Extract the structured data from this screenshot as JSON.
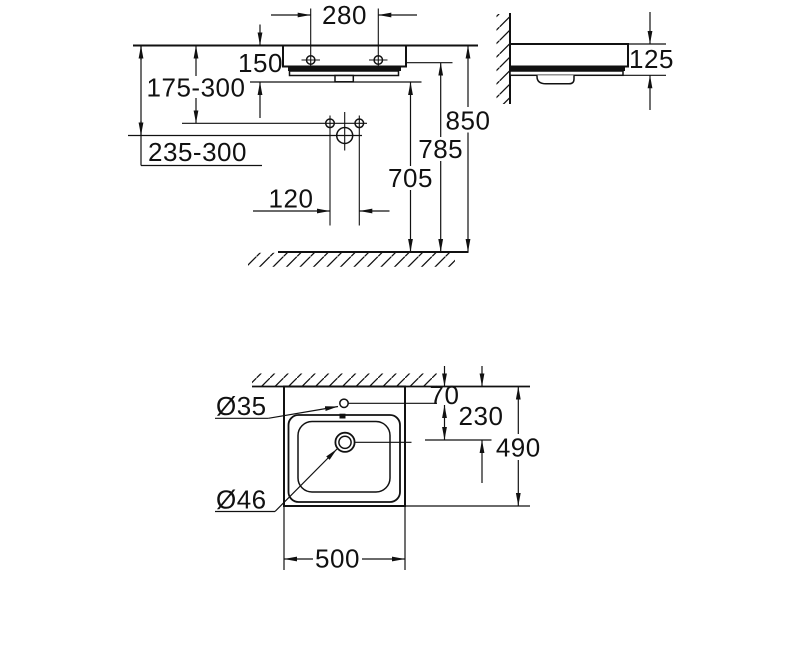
{
  "title": "washbasin-installation-dimension-drawing",
  "colors": {
    "ink": "#111111",
    "paper": "#ffffff"
  },
  "front_view": {
    "fixing_spacing": "280",
    "rim_to_shelf": "150",
    "range_upper": "175-300",
    "range_lower": "235-300",
    "supply_spacing": "120",
    "height_shelf": "705",
    "height_underside": "785",
    "height_rim": "850"
  },
  "side_view": {
    "height_body": "125"
  },
  "plan_view": {
    "faucet_hole": "Ø35",
    "drain_hole": "Ø46",
    "wall_to_faucet": "70",
    "wall_to_drain": "230",
    "depth": "490",
    "width": "500"
  }
}
